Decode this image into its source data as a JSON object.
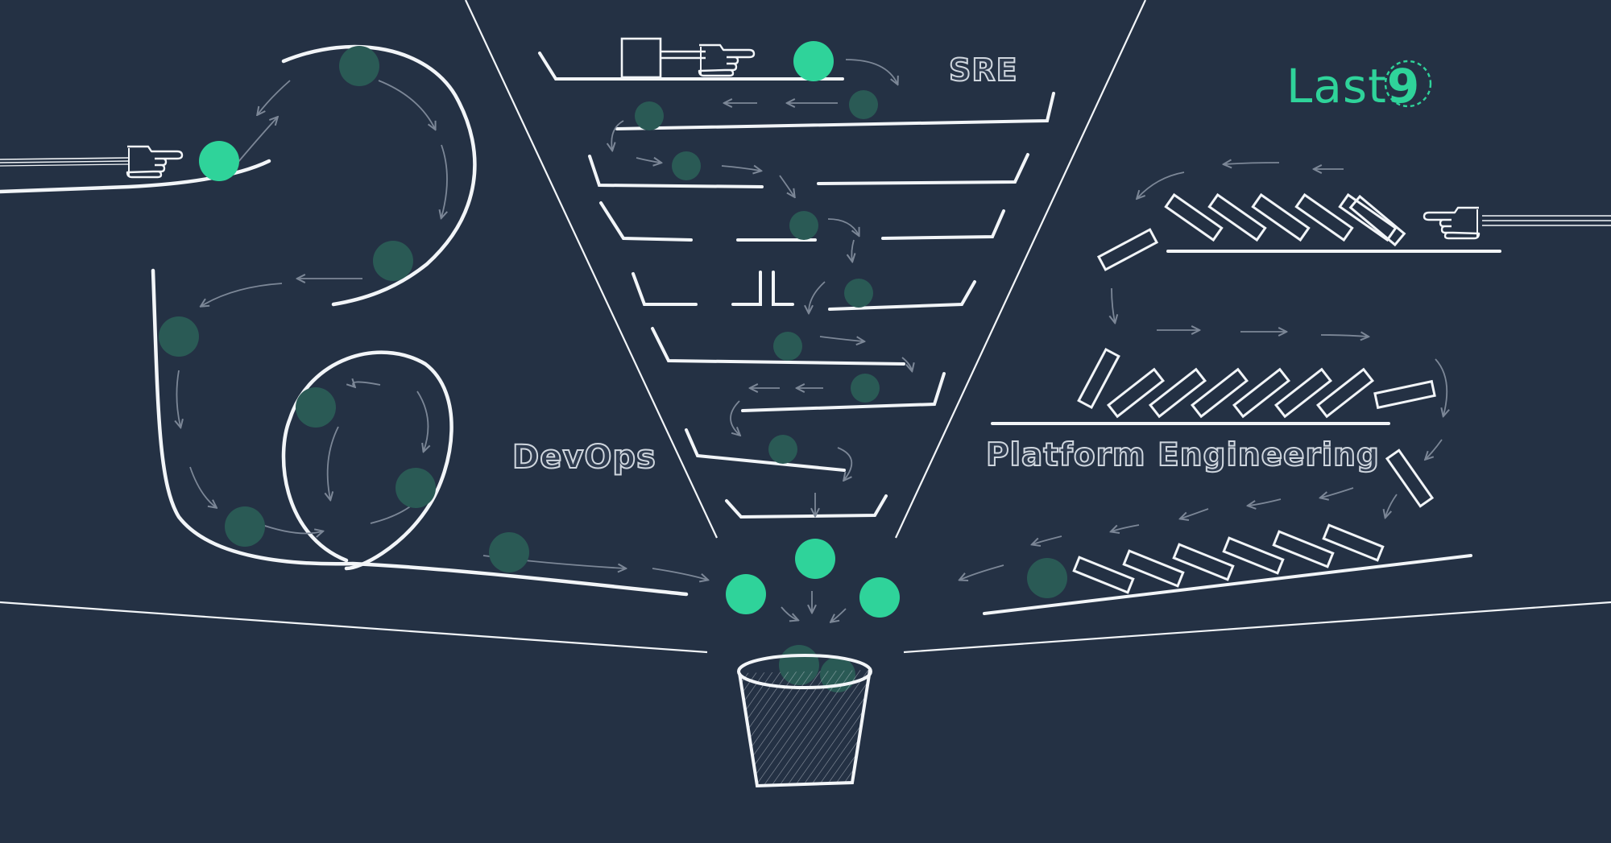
{
  "labels": {
    "sre": "SRE",
    "devops": "DevOps",
    "platform": "Platform Engineering"
  },
  "logo": {
    "text": "Last",
    "digit": "9"
  },
  "colors": {
    "background": "#243144",
    "line": "#f2f5f8",
    "ball_bright": "#2fd39a",
    "ball_dim": "#2a5a55",
    "arrow": "#7c8797"
  },
  "icons": [
    "pointing-hand-icon",
    "ball-icon",
    "arrow-icon",
    "domino-icon",
    "bucket-icon"
  ]
}
